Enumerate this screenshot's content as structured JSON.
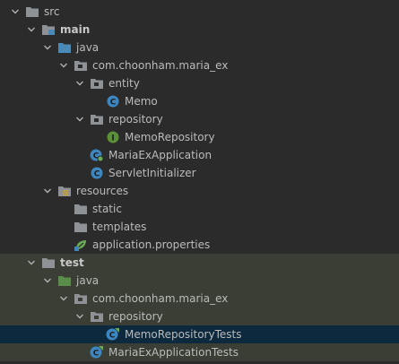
{
  "project_tree": {
    "nodes": [
      {
        "label": "src",
        "icon": "folder-icon",
        "expanded": true
      },
      {
        "label": "main",
        "icon": "source-folder-icon",
        "expanded": true
      },
      {
        "label": "java",
        "icon": "java-source-root-icon",
        "expanded": true
      },
      {
        "label": "com.choonham.maria_ex",
        "icon": "package-icon",
        "expanded": true
      },
      {
        "label": "entity",
        "icon": "package-icon",
        "expanded": true
      },
      {
        "label": "Memo",
        "icon": "class-icon"
      },
      {
        "label": "repository",
        "icon": "package-icon",
        "expanded": true
      },
      {
        "label": "MemoRepository",
        "icon": "interface-icon"
      },
      {
        "label": "MariaExApplication",
        "icon": "spring-boot-class-icon"
      },
      {
        "label": "ServletInitializer",
        "icon": "class-icon"
      },
      {
        "label": "resources",
        "icon": "resources-root-icon",
        "expanded": true
      },
      {
        "label": "static",
        "icon": "folder-icon"
      },
      {
        "label": "templates",
        "icon": "folder-icon"
      },
      {
        "label": "application.properties",
        "icon": "properties-file-icon"
      },
      {
        "label": "test",
        "icon": "test-folder-icon",
        "expanded": true
      },
      {
        "label": "java",
        "icon": "test-source-root-icon",
        "expanded": true
      },
      {
        "label": "com.choonham.maria_ex",
        "icon": "package-icon",
        "expanded": true
      },
      {
        "label": "repository",
        "icon": "package-icon",
        "expanded": true
      },
      {
        "label": "MemoRepositoryTests",
        "icon": "test-class-icon"
      },
      {
        "label": "MariaExApplicationTests",
        "icon": "test-class-icon"
      }
    ]
  },
  "colors": {
    "background": "#2b2b2b",
    "test_scope_background": "#3b3e35",
    "selected_row_background": "#0d293e",
    "text": "#bbbbbb",
    "folder": "#8e9196",
    "source_root": "#4a8ab8",
    "test_root": "#5a8c4a",
    "class_badge": "#3d86bf",
    "interface_badge": "#5b8f3a",
    "resources_badge": "#c9a227"
  }
}
